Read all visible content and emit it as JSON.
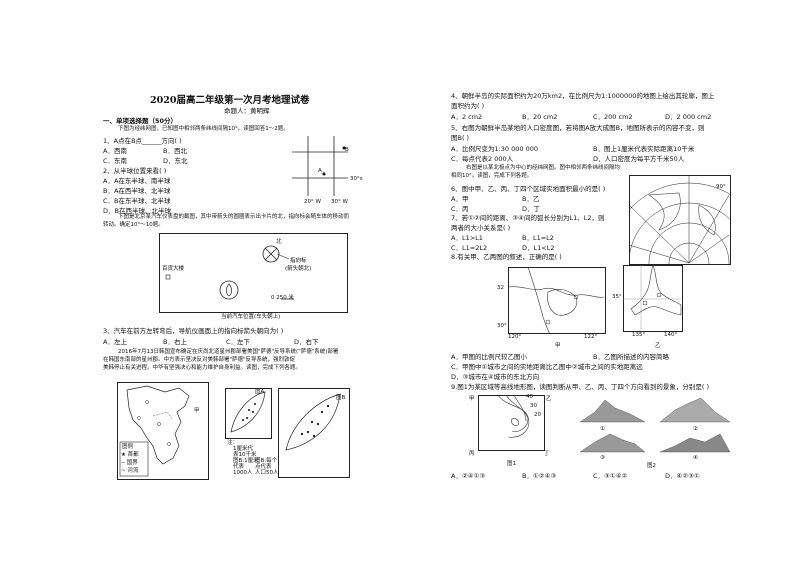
{
  "header": {
    "title": "2020届高二年级第一次月考地理试卷",
    "author": "命题人：黄明辉"
  },
  "left": {
    "section": "一、单项选择题（50分）",
    "intro1": "下图为经纬网图，已知图中相邻两条纬线间隔10°。读图回答1～2题。",
    "q1": "1、A点在B点______方向(      )",
    "q1_opts": [
      "A．西南",
      "B．西北",
      "C．东南",
      "D．东北"
    ],
    "q2": "2、从半球位置来看(        )",
    "q2_opts": [
      "A．A在东半球、南半球",
      "B．A在西半球、北半球",
      "C．B在东半球、北半球",
      "D．B在西半球、北半球"
    ],
    "grid_labels": {
      "a": "A",
      "b": "B",
      "lat": "30°s",
      "lon1": "20° W",
      "lon2": "30° W"
    },
    "intro2a": "下图是北京某汽车仪表盘的截图，其中带箭头的圆圈表示出卡片的北，指向标会随车体的移动而",
    "intro2b": "转动。确定10°～10题。",
    "map1": {
      "building": "百货大楼",
      "north": "北",
      "pointer1": "指向标",
      "pointer2": "(箭头朝北)",
      "scale": "0    250 米",
      "caption": "当前汽车位置(车头朝上)"
    },
    "q3": "3、汽车在前方左转弯后，导航仪画面上的指向标箭头朝向为(      )",
    "q3_opts": [
      "A．左上",
      "B．右上",
      "C．左下",
      "D．右下"
    ],
    "intro3a": "2016年7月13日韩国宣布确定在庆尚北道星州郡部署美国\"萨德\"反导系统(\"萨德\"系统)部署",
    "intro3b": "在韩国东南部的星州郡。中方表示坚决反对美韩部署\"萨德\"反导系统，强烈敦促",
    "intro3c": "美韩停止有关进程。中华有坚强决心和能力维护自身利益。读图，完成下列各题。",
    "map2": {
      "jia": "甲",
      "legend_title": "图例",
      "legend": [
        "★ 首都",
        "-- 国界",
        "~ 河流"
      ],
      "figA": "图A",
      "figB": "图B",
      "note": [
        "注：",
        "1厘米代",
        "表10千米",
        "图B:1厘米",
        "代表",
        "1000人",
        "图B:每个",
        "点代表",
        "人口50人"
      ]
    }
  },
  "right": {
    "q4": "4、朝鲜半岛的实际面积约为20万km2，在比例尺为1:1000000的地图上绘出其轮廓，图上",
    "q4b": "面积约为(        )",
    "q4_opts": [
      "A．2 cm2",
      "B．20 cm2",
      "C．200 cm2",
      "D．2 000 cm2"
    ],
    "q5": "5、右图为朝鲜半岛某地的人口密度图，若将图A放大成图B，地图所表示的内容不变，则",
    "q5b": "图B(      )",
    "q5_opts": [
      "A．比例尺变为1:30 000 000",
      "B．图上1厘米代表实际距离10千米",
      "C．每点代表2 000人",
      "D．人口密度为每平方千米50人"
    ],
    "intro4a": "右图是以某北极点为中心的经纬网图。图中相邻两条纬线间隔均",
    "intro4b": "相同10°。读图，完成下列各题。",
    "q6": "6、图中甲、乙、丙、丁四个区域实地面积最小的是(      )",
    "q6_opts": [
      "A．甲",
      "B．乙",
      "C．丙",
      "D．丁"
    ],
    "q7a": "7、若①②间的距离、③④间的弧长分别为L1、L2，则",
    "q7b": "两者的大小关系是(      )",
    "q7_opts": [
      "A．L1>L1",
      "B．L1=L2",
      "C．L1=2L2",
      "D．L1<L2"
    ],
    "q8": "8.有关甲、乙两图的叙述，正确的是(        )",
    "polar_label": "90°",
    "map3": {
      "lat1": "32",
      "lat2": "30°",
      "lon1": "120°",
      "lon2": "122°",
      "lat3": "35°",
      "lon3": "135°",
      "lon4": "140°",
      "jia": "甲",
      "yi": "乙"
    },
    "q8_opts": [
      "A．甲图的比例尺较乙图小",
      "B．乙图所描述的内容简略",
      "C．甲图中①城市之间的实地距离比乙图中②城市之间的实地距离远",
      "D．③城市在④城市的东北方向"
    ],
    "q9": "9.图1为某区域等高线地形图，读图判断从甲、乙、丙、丁四个方向看到的景象，分别是(      )",
    "fig1": "图1",
    "fig2": "图2",
    "fig_labels": {
      "jia": "甲",
      "yi": "乙",
      "bing": "丙",
      "ding": "丁",
      "c1": "40",
      "c2": "30",
      "c3": "20"
    },
    "q9_opts": [
      "A．②④①③",
      "B．①②④③",
      "C．③①④②",
      "D．④②③①"
    ]
  }
}
